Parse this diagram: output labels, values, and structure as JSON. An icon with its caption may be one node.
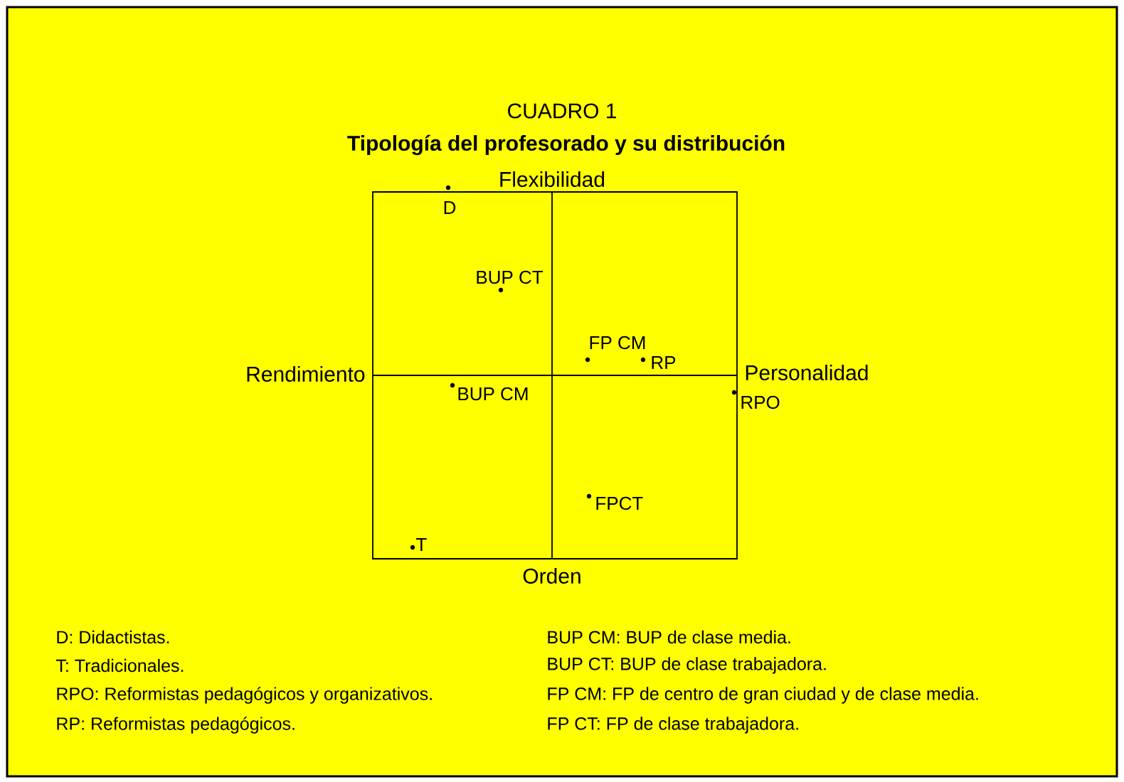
{
  "diagram": {
    "title": "Tipología del profesorado y su distribución",
    "labels": [
      "CUADRO 1",
      "Flexibilidad",
      "D",
      "BUP CT",
      "FP CM",
      "RP",
      "Rendimiento",
      "Personalidad",
      "BUP CM",
      "RPO",
      "FPCT",
      "T",
      "Orden",
      "D: Didactistas.",
      "BUP CM: BUP de clase media.",
      "T: Tradicionales.",
      "BUP CT: BUP de clase trabajadora.",
      "RPO: Reformistas pedagógicos y organizativos.",
      "FP CM: FP de centro de gran ciudad y de clase media.",
      "RP: Reformistas pedagógicos.",
      "FP CT: FP de clase trabajadora."
    ]
  }
}
